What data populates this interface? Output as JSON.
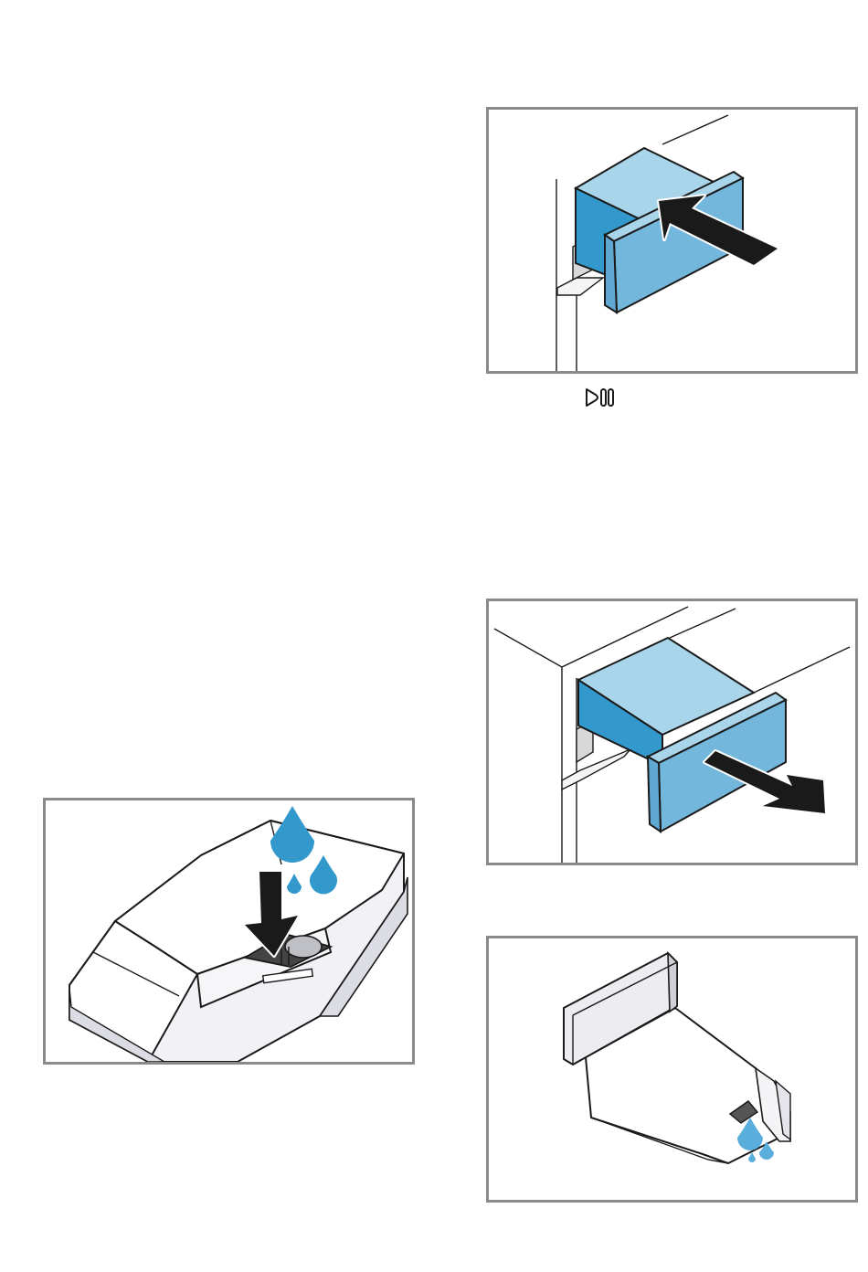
{
  "colors": {
    "frame": "#8a8a8a",
    "drawer_top": "#a9d5ea",
    "drawer_side": "#3399cc",
    "drawer_front": "#74b7dc",
    "water": "#3399cc",
    "arrow": "#1a1a1a"
  },
  "figures": [
    {
      "name": "insert-drawer",
      "icon": "arrow-push-icon"
    },
    {
      "name": "start-pause-symbol",
      "icon": "start-pause-icon"
    },
    {
      "name": "pull-out-drawer",
      "icon": "arrow-pull-icon"
    },
    {
      "name": "fill-water",
      "icon": "water-drops-icon"
    },
    {
      "name": "drain-water",
      "icon": "water-drops-icon"
    }
  ]
}
